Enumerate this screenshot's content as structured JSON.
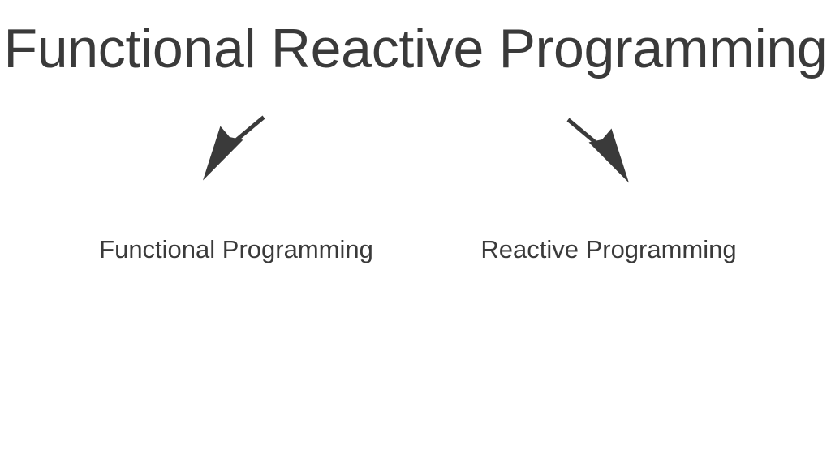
{
  "slide": {
    "title": "Functional Reactive Programming",
    "background_color": "#ffffff",
    "text_color": "#3a3a3a",
    "branches": [
      {
        "label": "Functional Programming",
        "arrow_name": "arrow-down-left",
        "arrow_direction": "down-left"
      },
      {
        "label": "Reactive Programming",
        "arrow_name": "arrow-down-right",
        "arrow_direction": "down-right"
      }
    ]
  }
}
